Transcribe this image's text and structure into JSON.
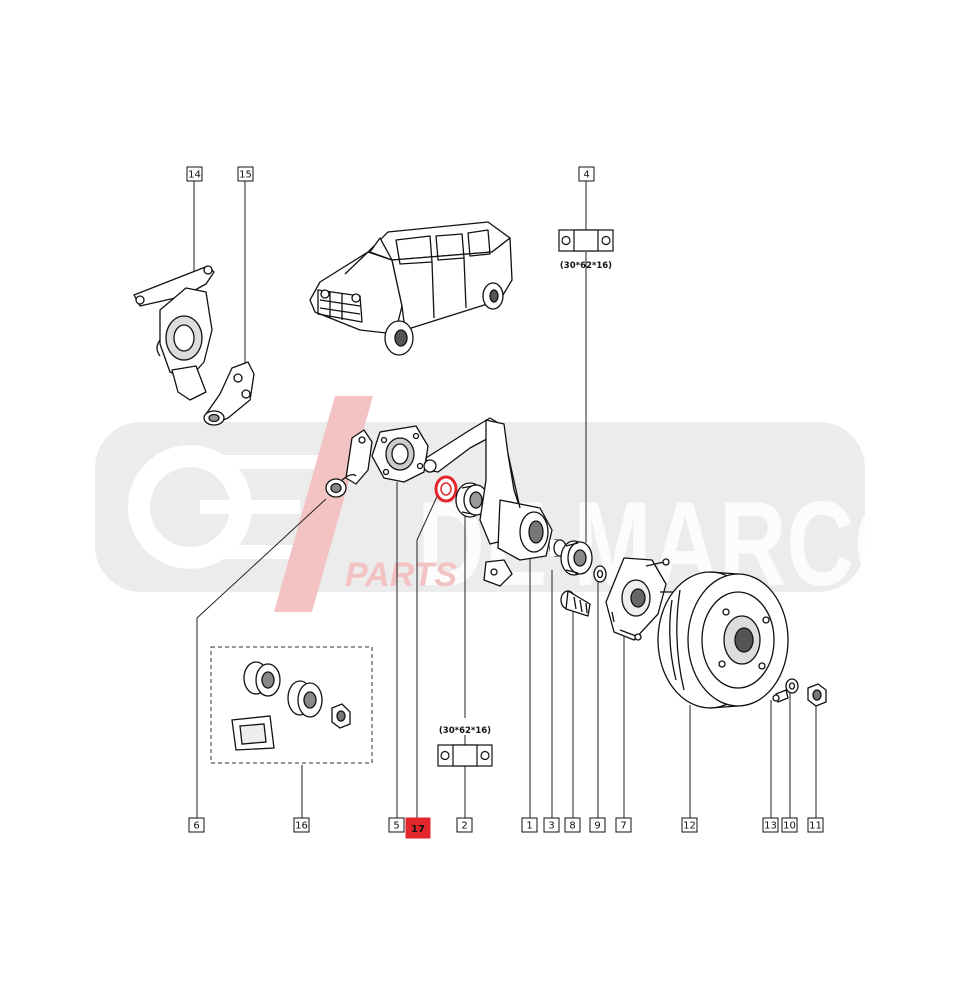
{
  "watermark": {
    "brand_main": "DE MARCO",
    "brand_sub": "PARTS",
    "colors": {
      "grey": "#e9e9e9",
      "red": "#f4c6c6"
    }
  },
  "bearing_spec_top": "(30*62*16)",
  "bearing_spec_bottom": "(30*62*16)",
  "callouts": [
    {
      "id": "c14",
      "label": "14"
    },
    {
      "id": "c15",
      "label": "15"
    },
    {
      "id": "c4",
      "label": "4"
    },
    {
      "id": "c6",
      "label": "6"
    },
    {
      "id": "c16",
      "label": "16"
    },
    {
      "id": "c5",
      "label": "5"
    },
    {
      "id": "c17",
      "label": "17",
      "highlighted": true
    },
    {
      "id": "c2",
      "label": "2"
    },
    {
      "id": "c1",
      "label": "1"
    },
    {
      "id": "c3",
      "label": "3"
    },
    {
      "id": "c8",
      "label": "8"
    },
    {
      "id": "c9",
      "label": "9"
    },
    {
      "id": "c7",
      "label": "7"
    },
    {
      "id": "c12",
      "label": "12"
    },
    {
      "id": "c13",
      "label": "13"
    },
    {
      "id": "c10",
      "label": "10"
    },
    {
      "id": "c11",
      "label": "11"
    }
  ],
  "colors": {
    "highlight": "#e3262e",
    "ink": "#111111"
  }
}
